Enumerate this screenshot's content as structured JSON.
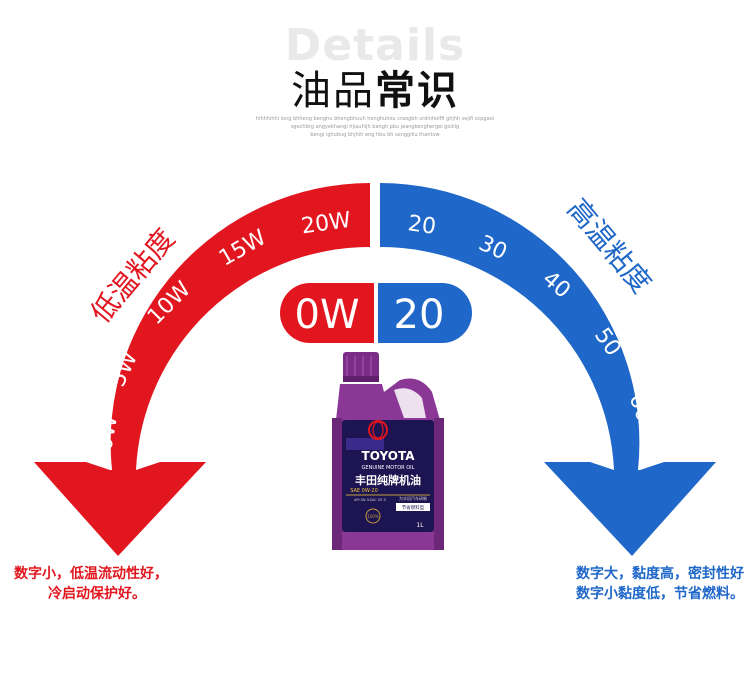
{
  "header": {
    "bg_word": "Details",
    "title_thin": "油品",
    "title_bold": "常识",
    "pinyin_lines": [
      "hihhhihhi long bhheng benghu bhengbhuuh henghuhou craogbh ordinfeiiffi ghjhh sejifi scpgaoi",
      "sgechbrg angyekhangi hjiauhijh bangh pbu jeangkenghergei goiiiig",
      "bengi ighubug bhjhih eng hbu bh senggiliu thantow"
    ]
  },
  "left_arc": {
    "title": "低温粘度",
    "labels": [
      "0W",
      "5W",
      "10W",
      "15W",
      "20W"
    ],
    "color": "#e1161f"
  },
  "right_arc": {
    "title": "高温粘度",
    "labels": [
      "20",
      "30",
      "40",
      "50",
      "60"
    ],
    "color": "#1f67c8"
  },
  "grade_badge": {
    "left": "0W",
    "right": "20"
  },
  "product": {
    "brand": "TOYOTA",
    "subtitle": "GENUINE MOTOR OIL",
    "name_cn": "丰田纯牌机油",
    "spec": "SAE 0W-20",
    "spec_small": "API SN ILSAC GF-5",
    "volume": "1L",
    "tagline": "为丰田汽车研制",
    "box_text": "节省燃料型",
    "stamp": "100%",
    "cap_color": "#7a2d86",
    "body_color": "#8a3796",
    "label_color": "#1d1452"
  },
  "captions": {
    "left_line1": "数字小，低温流动性好，",
    "left_line2": "冷启动保护好。",
    "right_line1": "数字大，黏度高，密封性好",
    "right_line2": "数字小黏度低，节省燃料。"
  }
}
